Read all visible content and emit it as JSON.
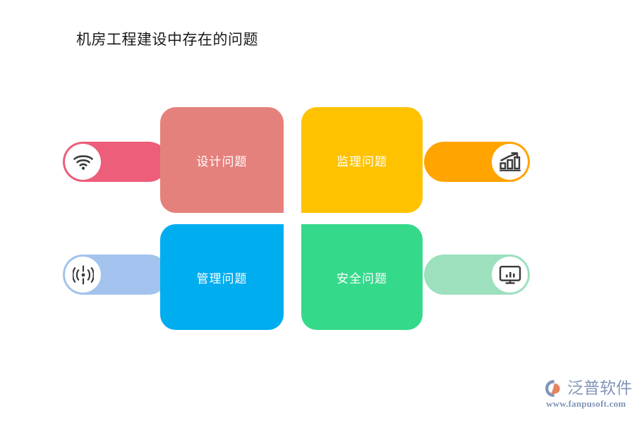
{
  "slide": {
    "title": "机房工程建设中存在的问题",
    "background_color": "#FFFFFF"
  },
  "cards": [
    {
      "key": "design",
      "label": "设计问题",
      "color": "#E5817C",
      "position": "top-left"
    },
    {
      "key": "supervision",
      "label": "监理问题",
      "color": "#FFC200",
      "position": "top-right"
    },
    {
      "key": "management",
      "label": "管理问题",
      "color": "#00ADEF",
      "position": "bottom-left"
    },
    {
      "key": "safety",
      "label": "安全问题",
      "color": "#35D98A",
      "position": "bottom-right"
    }
  ],
  "connectors": [
    {
      "key": "design-connector",
      "side": "left",
      "row": "top",
      "color": "#EC5E79",
      "icon": "wifi-signal-icon",
      "icon_color": "#3A3A3A"
    },
    {
      "key": "supervision-connector",
      "side": "right",
      "row": "top",
      "color": "#FFA400",
      "icon": "bar-chart-growth-icon",
      "icon_color": "#3A3A3A"
    },
    {
      "key": "management-connector",
      "side": "left",
      "row": "bottom",
      "color": "#A3C3EE",
      "icon": "broadcast-antenna-icon",
      "icon_color": "#3A3A3A"
    },
    {
      "key": "safety-connector",
      "side": "right",
      "row": "bottom",
      "color": "#9CE0BE",
      "icon": "monitor-chart-icon",
      "icon_color": "#3A3A3A"
    }
  ],
  "logo": {
    "name": "泛普软件",
    "url": "www.fanpusoft.com",
    "text_color": "#8195B8",
    "mark_accent_color": "#E5855F"
  }
}
